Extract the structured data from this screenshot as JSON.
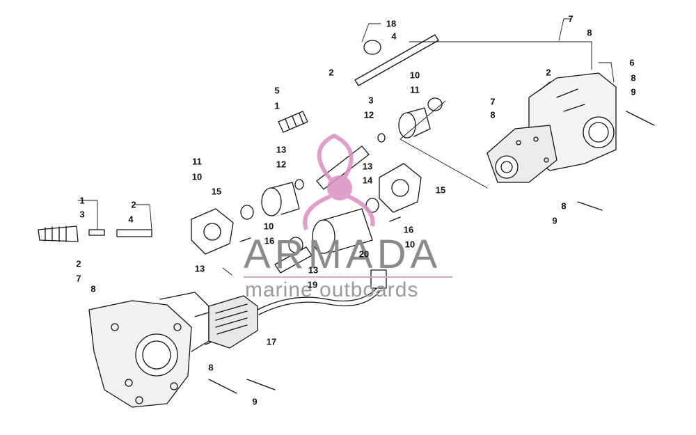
{
  "watermark": {
    "brand": "ARMADA",
    "tagline": "marine outboards",
    "logo_color": "#d98fc0",
    "text_color": "#8a8a8a"
  },
  "labels": [
    "1",
    "2",
    "3",
    "4",
    "5",
    "6",
    "7",
    "8",
    "9",
    "10",
    "11",
    "12",
    "13",
    "14",
    "15",
    "16",
    "17",
    "18",
    "19",
    "20"
  ]
}
